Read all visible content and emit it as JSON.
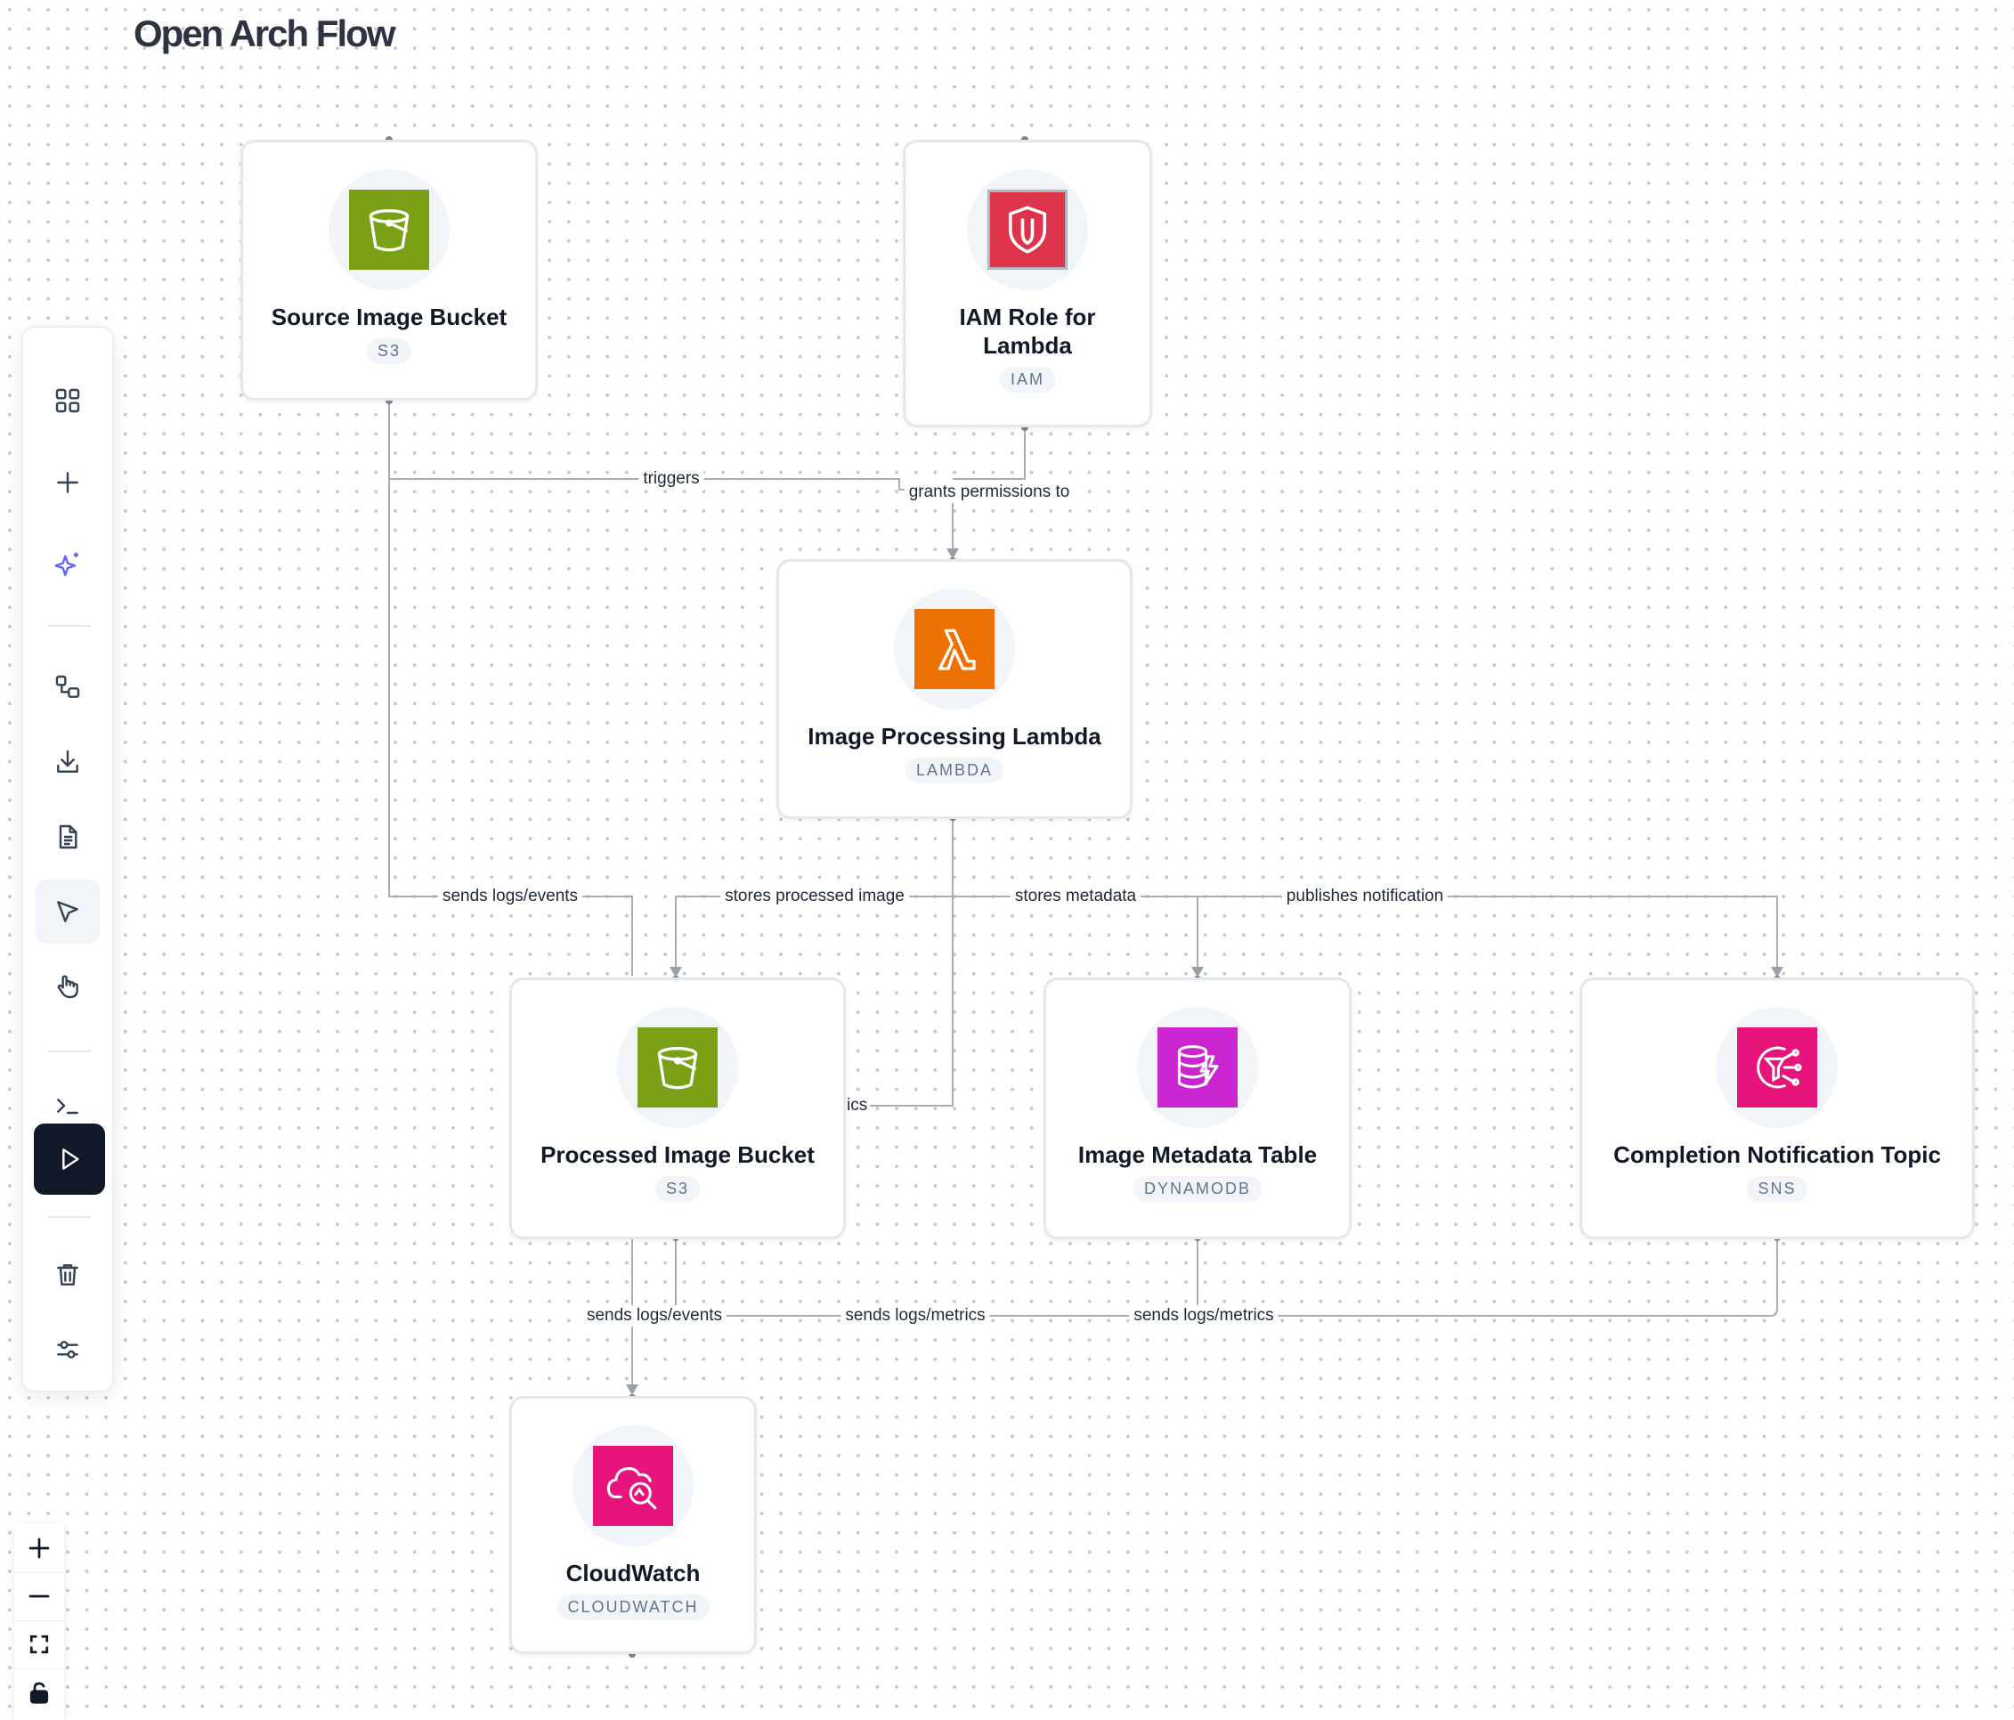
{
  "app": {
    "title": "Open Arch Flow"
  },
  "nodes": {
    "source_bucket": {
      "title": "Source Image Bucket",
      "type": "S3"
    },
    "iam_role": {
      "title": "IAM Role for Lambda",
      "type": "IAM"
    },
    "lambda": {
      "title": "Image Processing Lambda",
      "type": "LAMBDA"
    },
    "processed_bucket": {
      "title": "Processed Image Bucket",
      "type": "S3"
    },
    "metadata_table": {
      "title": "Image Metadata Table",
      "type": "DYNAMODB"
    },
    "notification_topic": {
      "title": "Completion Notification Topic",
      "type": "SNS"
    },
    "cloudwatch": {
      "title": "CloudWatch",
      "type": "CLOUDWATCH"
    }
  },
  "edges": {
    "triggers": "triggers",
    "grants_permissions": "grants permissions to",
    "sends_logs_events_1": "sends logs/events",
    "stores_processed_image": "stores processed image",
    "stores_metadata": "stores metadata",
    "publishes_notification": "publishes notification",
    "lambda_metrics_clipped": "ics",
    "sends_logs_events_2": "sends logs/events",
    "sends_logs_metrics_1": "sends logs/metrics",
    "sends_logs_metrics_2": "sends logs/metrics"
  },
  "icons": {
    "s3": {
      "icon": "bucket-icon",
      "color": "#7aa116"
    },
    "iam": {
      "icon": "shield-icon",
      "color": "#dd344c"
    },
    "lambda": {
      "icon": "lambda-icon",
      "color": "#ed7100"
    },
    "dynamodb": {
      "icon": "database-bolt-icon",
      "color": "#c925d1"
    },
    "sns": {
      "icon": "sns-topic-icon",
      "color": "#e7157b"
    },
    "cloudwatch": {
      "icon": "cloud-search-icon",
      "color": "#e7157b"
    }
  },
  "toolbar": {
    "items": [
      "grid-icon",
      "plus-icon",
      "sparkle-icon",
      "shapes-icon",
      "download-icon",
      "document-icon",
      "pointer-icon",
      "hand-icon",
      "terminal-icon",
      "play-icon",
      "trash-icon",
      "sliders-icon"
    ],
    "active": "pointer-icon",
    "accent": "#111827"
  },
  "zoom_controls": [
    "zoom-in-icon",
    "zoom-out-icon",
    "fit-view-icon",
    "lock-icon"
  ]
}
